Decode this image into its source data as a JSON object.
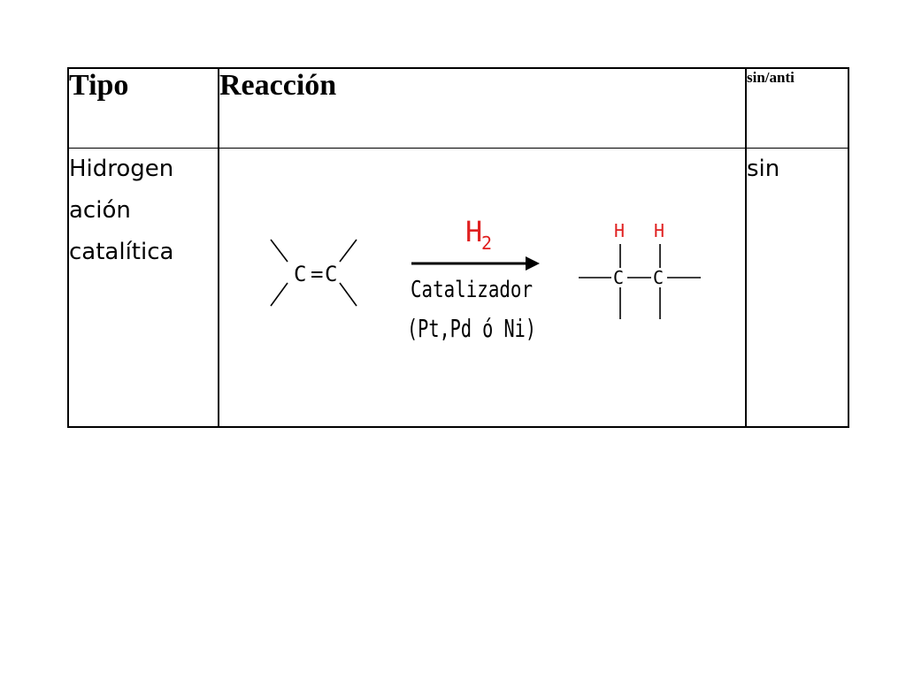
{
  "table": {
    "headers": {
      "tipo": "Tipo",
      "reaccion": "Reacción",
      "sin_anti": "sin/anti"
    },
    "row": {
      "tipo_lines": [
        "Hidrogen",
        "ación",
        "catalítica"
      ],
      "sin_anti": "sin"
    }
  },
  "reaction": {
    "reactant": {
      "atom_left": "C",
      "atom_right": "C",
      "bond": "="
    },
    "reagent_above": {
      "symbol": "H",
      "subscript": "2",
      "color": "#e02020"
    },
    "reagent_below_line1": "Catalizador",
    "reagent_below_line2": "(Pt,Pd ó Ni)",
    "product": {
      "atom_left": "C",
      "atom_right": "C",
      "h_left": "H",
      "h_right": "H",
      "h_color": "#e02020"
    }
  }
}
